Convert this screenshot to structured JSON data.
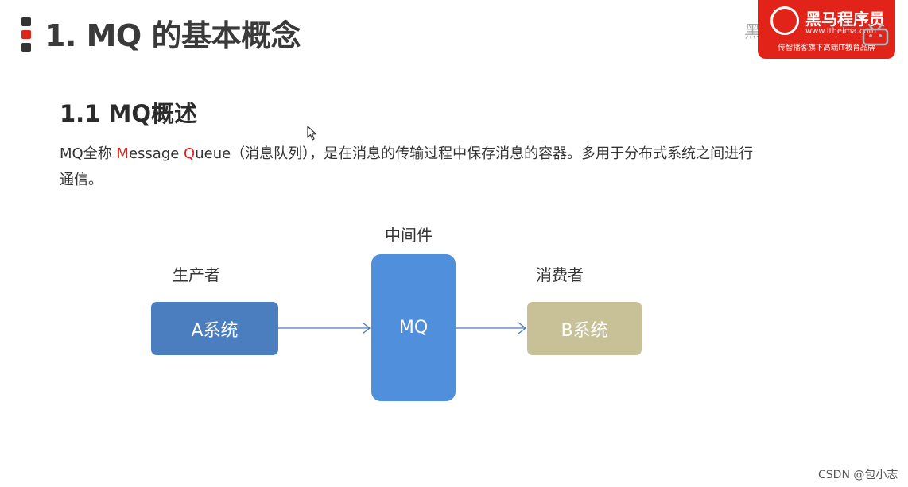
{
  "header": {
    "title": "1. MQ 的基本概念"
  },
  "logo": {
    "main": "黑马程序员",
    "url": "www.itheima.com",
    "tagline": "传智播客旗下高端IT教育品牌",
    "watermark": "黑马程序员"
  },
  "section": {
    "heading": "1.1 MQ概述",
    "para_prefix": "MQ全称 ",
    "para_m": "M",
    "para_essage": "essage ",
    "para_q": "Q",
    "para_rest": "ueue（消息队列），是在消息的传输过程中保存消息的容器。多用于分布式系统之间进行通信。"
  },
  "diagram": {
    "producer_label": "生产者",
    "middleware_label": "中间件",
    "consumer_label": "消费者",
    "system_a": "A系统",
    "mq": "MQ",
    "system_b": "B系统"
  },
  "footer": {
    "credit": "CSDN @包小志"
  },
  "colors": {
    "accent_red": "#e2231a",
    "system_a_fill": "#4a7ebf",
    "mq_fill": "#4f8fdb",
    "system_b_fill": "#c8c097",
    "arrow": "#4a7ebf"
  }
}
